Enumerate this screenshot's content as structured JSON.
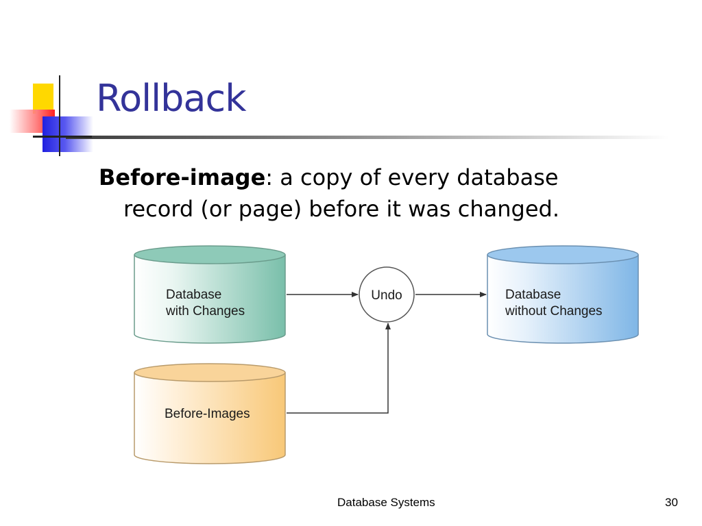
{
  "slide": {
    "title": "Rollback",
    "bullet": {
      "term": "Before-image",
      "line1_rest": ": a copy of every database",
      "line2": "record (or page) before it was changed."
    }
  },
  "diagram": {
    "db_changes": {
      "line1": "Database",
      "line2": "with Changes",
      "color": "#79bfaa"
    },
    "undo": {
      "label": "Undo"
    },
    "db_no_changes": {
      "line1": "Database",
      "line2": "without Changes",
      "color": "#7fb6e6"
    },
    "before_images": {
      "label": "Before-Images",
      "color": "#f8c878"
    }
  },
  "footer": {
    "center": "Database Systems",
    "page": "30"
  }
}
